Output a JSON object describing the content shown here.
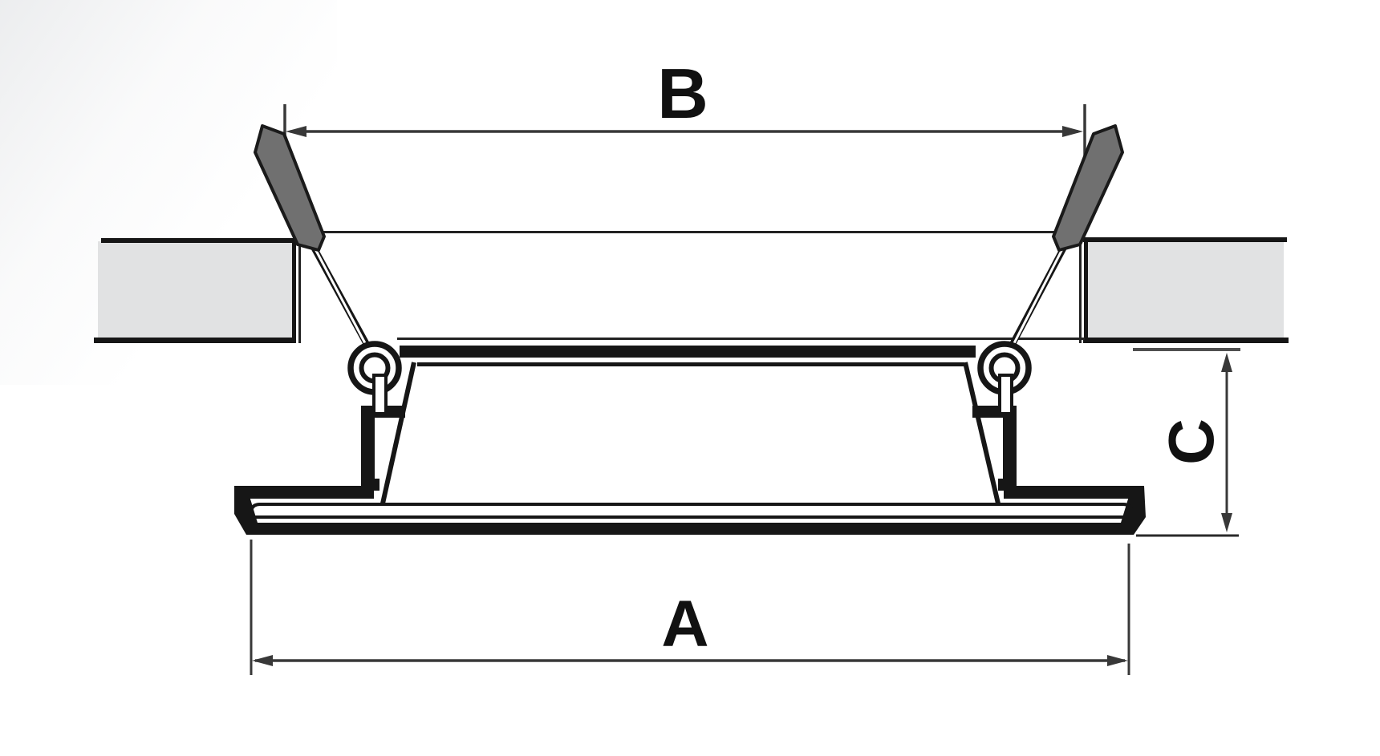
{
  "diagram": {
    "description": "Cross-section installation drawing of a recessed ceiling downlight held by spring clips, with dimension callouts",
    "labels": {
      "top_width": "B",
      "bottom_width": "A",
      "right_height": "C"
    },
    "colors": {
      "background": "#ffffff",
      "outline": "#161616",
      "dimension_line": "#383838",
      "reference_line_gray": "#4f4f4f",
      "clip_fill": "#707070",
      "ceiling_fill": "#e1e2e3",
      "label_text": "#111111"
    }
  }
}
